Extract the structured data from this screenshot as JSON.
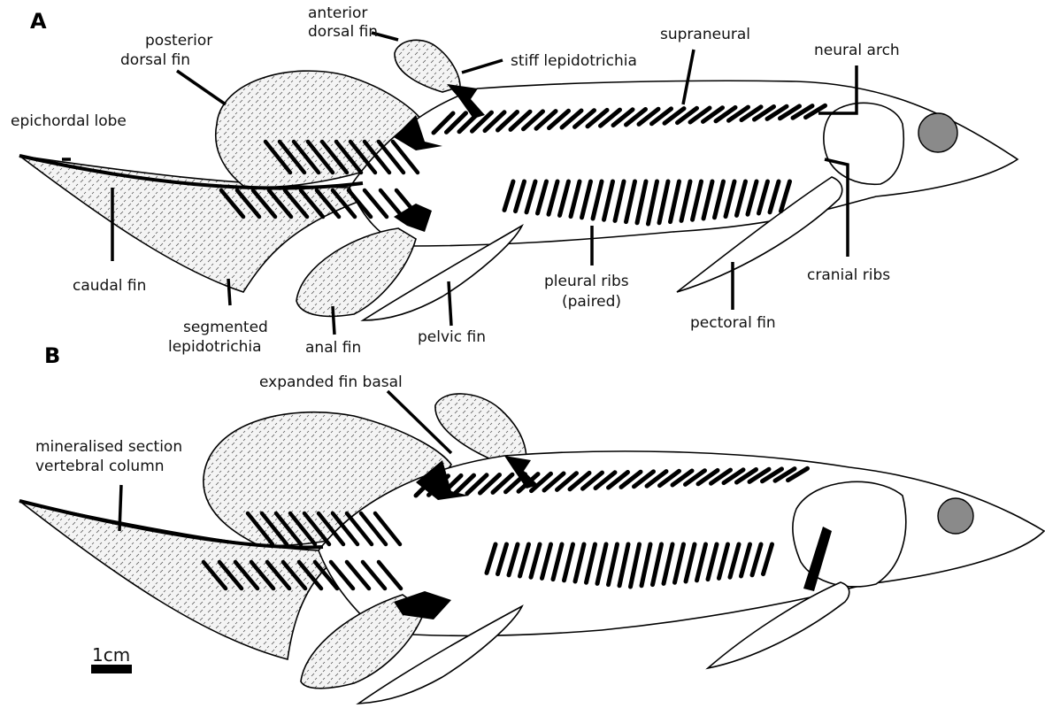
{
  "figure": {
    "panels": [
      {
        "id": "A",
        "labels": [
          {
            "key": "anterior_dorsal_fin",
            "lines": [
              "anterior",
              "dorsal fin"
            ]
          },
          {
            "key": "posterior_dorsal_fin",
            "lines": [
              "posterior",
              "dorsal fin"
            ]
          },
          {
            "key": "stiff_lepidotrichia",
            "lines": [
              "stiff lepidotrichia"
            ]
          },
          {
            "key": "supraneural",
            "lines": [
              "supraneural"
            ]
          },
          {
            "key": "neural_arch",
            "lines": [
              "neural arch"
            ]
          },
          {
            "key": "epichordal_lobe",
            "lines": [
              "epichordal lobe"
            ]
          },
          {
            "key": "caudal_fin",
            "lines": [
              "caudal fin"
            ]
          },
          {
            "key": "segmented_lepidotrichia",
            "lines": [
              "segmented",
              "lepidotrichia"
            ]
          },
          {
            "key": "anal_fin",
            "lines": [
              "anal fin"
            ]
          },
          {
            "key": "pelvic_fin",
            "lines": [
              "pelvic fin"
            ]
          },
          {
            "key": "pleural_ribs",
            "lines": [
              "pleural ribs",
              "(paired)"
            ]
          },
          {
            "key": "pectoral_fin",
            "lines": [
              "pectoral fin"
            ]
          },
          {
            "key": "cranial_ribs",
            "lines": [
              "cranial ribs"
            ]
          }
        ]
      },
      {
        "id": "B",
        "labels": [
          {
            "key": "expanded_fin_basal",
            "lines": [
              "expanded fin basal"
            ]
          },
          {
            "key": "mineralised_section",
            "lines": [
              "mineralised section",
              "vertebral column"
            ]
          }
        ]
      }
    ],
    "scale_bar": {
      "label": "1cm"
    },
    "colors": {
      "bone": "#000000",
      "eye": "#8a8a8a",
      "outline": "#000000",
      "background": "#ffffff"
    }
  }
}
